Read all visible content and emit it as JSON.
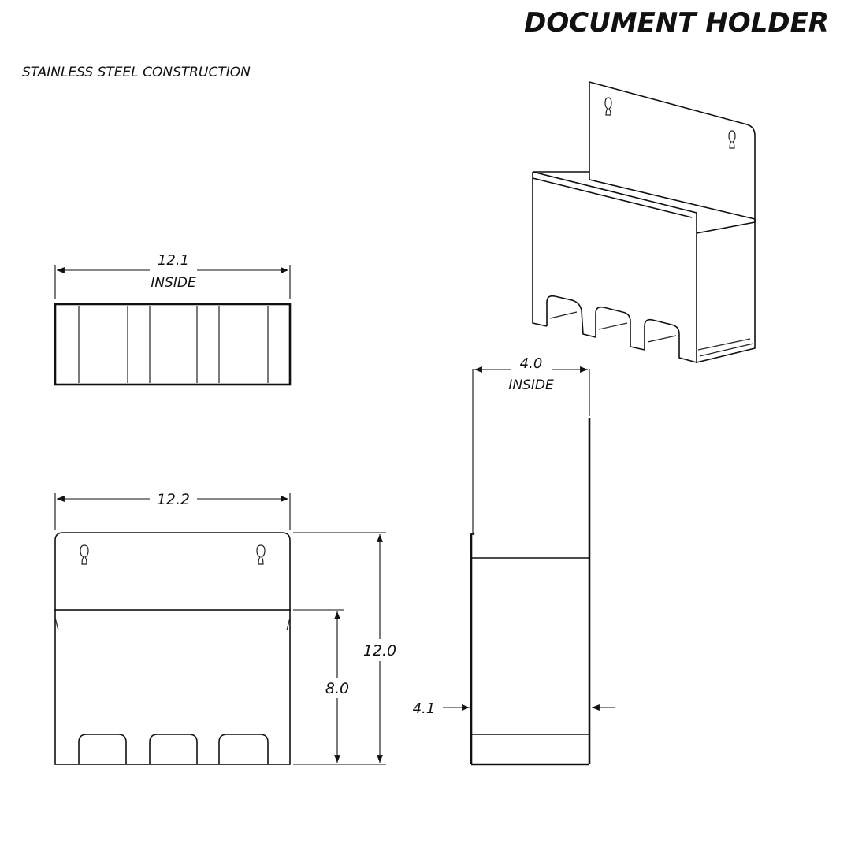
{
  "title": "DOCUMENT HOLDER",
  "subtitle": "STAINLESS STEEL CONSTRUCTION",
  "dimensions": {
    "top_inside_width": {
      "value": "12.1",
      "note": "INSIDE"
    },
    "front_overall_width": {
      "value": "12.2"
    },
    "front_overall_height": {
      "value": "12.0"
    },
    "front_pocket_height": {
      "value": "8.0"
    },
    "side_inside_depth": {
      "value": "4.0",
      "note": "INSIDE"
    },
    "side_overall_depth": {
      "value": "4.1"
    }
  },
  "views": [
    "isometric-view",
    "top-view",
    "front-view",
    "side-view"
  ]
}
